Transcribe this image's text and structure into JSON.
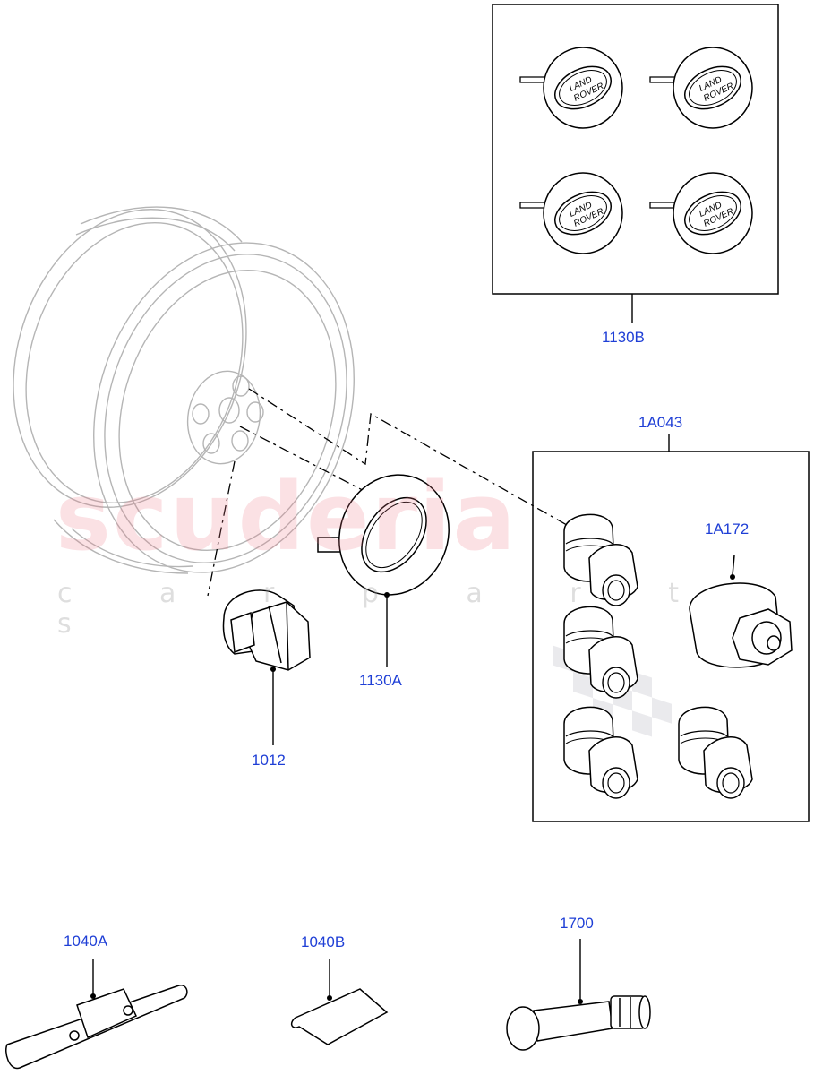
{
  "watermark": {
    "brand": "scuderia",
    "tagline": "c a r p a r t s"
  },
  "callouts": [
    {
      "id": "1130B",
      "label": "1130B"
    },
    {
      "id": "1A043",
      "label": "1A043"
    },
    {
      "id": "1A172",
      "label": "1A172"
    },
    {
      "id": "1130A",
      "label": "1130A"
    },
    {
      "id": "1012",
      "label": "1012"
    },
    {
      "id": "1040A",
      "label": "1040A"
    },
    {
      "id": "1040B",
      "label": "1040B"
    },
    {
      "id": "1700",
      "label": "1700"
    }
  ],
  "badge_text": {
    "line1": "LAND",
    "line2": "ROVER"
  },
  "colors": {
    "callout": "#1f3fd6",
    "line": "#000000",
    "wheel_line": "#b5b5b5"
  }
}
